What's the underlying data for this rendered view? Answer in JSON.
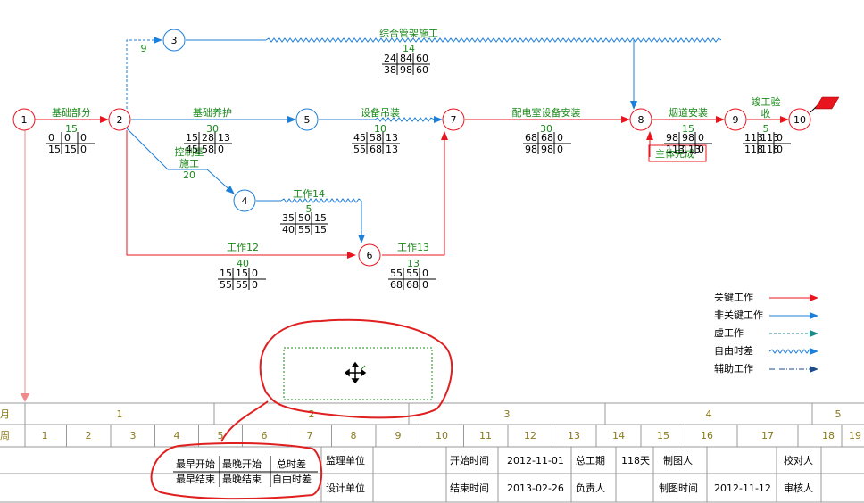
{
  "colors": {
    "critical": "#e8141e",
    "noncritical": "#1e7fd8",
    "label": "#1a8a1a",
    "grid": "#999999",
    "timescale_text": "#8a7a1a",
    "annotation": "#e02020"
  },
  "nodes": [
    "1",
    "2",
    "3",
    "4",
    "5",
    "6",
    "7",
    "8",
    "9",
    "10"
  ],
  "activities": [
    {
      "id": "a12",
      "name": "基础部分",
      "duration": "15",
      "t": [
        "0",
        "0",
        "0",
        "15",
        "15",
        "0"
      ]
    },
    {
      "id": "a25",
      "name": "基础养护",
      "duration": "30",
      "t": [
        "15",
        "28",
        "13",
        "45",
        "58",
        "0"
      ]
    },
    {
      "id": "a24",
      "name": "控制室施工",
      "duration": "20",
      "t": []
    },
    {
      "id": "a57",
      "name": "设备吊装",
      "duration": "10",
      "t": [
        "45",
        "58",
        "13",
        "55",
        "68",
        "13"
      ]
    },
    {
      "id": "a38",
      "name": "综合管架施工",
      "duration": "14",
      "t": [
        "24",
        "84",
        "60",
        "38",
        "98",
        "60"
      ]
    },
    {
      "id": "a23",
      "name": "",
      "duration": "9",
      "t": []
    },
    {
      "id": "a46",
      "name": "工作14",
      "duration": "5",
      "t": [
        "35",
        "50",
        "15",
        "40",
        "55",
        "15"
      ]
    },
    {
      "id": "a26",
      "name": "工作12",
      "duration": "40",
      "t": [
        "15",
        "15",
        "0",
        "55",
        "55",
        "0"
      ]
    },
    {
      "id": "a67",
      "name": "工作13",
      "duration": "13",
      "t": [
        "55",
        "55",
        "0",
        "68",
        "68",
        "0"
      ]
    },
    {
      "id": "a78",
      "name": "配电室设备安装",
      "duration": "30",
      "t": [
        "68",
        "68",
        "0",
        "98",
        "98",
        "0"
      ]
    },
    {
      "id": "a89",
      "name": "烟道安装",
      "duration": "15",
      "t": [
        "98",
        "98",
        "0",
        "113",
        "113",
        "0"
      ]
    },
    {
      "id": "a910",
      "name": "竣工验收",
      "duration": "5",
      "t": [
        "113",
        "113",
        "0",
        "118",
        "118",
        "0"
      ]
    }
  ],
  "milestone_label": "主体完成",
  "legend": [
    {
      "label": "关键工作",
      "style": "critical"
    },
    {
      "label": "非关键工作",
      "style": "noncritical"
    },
    {
      "label": "虚工作",
      "style": "dummy"
    },
    {
      "label": "自由时差",
      "style": "float"
    },
    {
      "label": "辅助工作",
      "style": "auxiliary"
    }
  ],
  "timescale": {
    "month_label": "月",
    "week_label": "周",
    "months": [
      "1",
      "2",
      "3",
      "4",
      "5"
    ],
    "weeks": [
      "1",
      "2",
      "3",
      "4",
      "5",
      "6",
      "7",
      "8",
      "9",
      "10",
      "11",
      "12",
      "13",
      "14",
      "15",
      "16",
      "17",
      "18",
      "19"
    ]
  },
  "info_table": {
    "key_r1": [
      "最早开始",
      "最晚开始",
      "总时差"
    ],
    "key_r2": [
      "最早结束",
      "最晚结束",
      "自由时差"
    ],
    "supervisor_label": "监理单位",
    "design_label": "设计单位",
    "start_label": "开始时间",
    "start_value": "2012-11-01",
    "end_label": "结束时间",
    "end_value": "2013-02-26",
    "total_label": "总工期",
    "total_value": "118天",
    "leader_label": "负责人",
    "drawer_label": "制图人",
    "draw_time_label": "制图时间",
    "draw_time_value": "2012-11-12",
    "checker_label": "校对人",
    "reviewer_label": "审核人"
  }
}
